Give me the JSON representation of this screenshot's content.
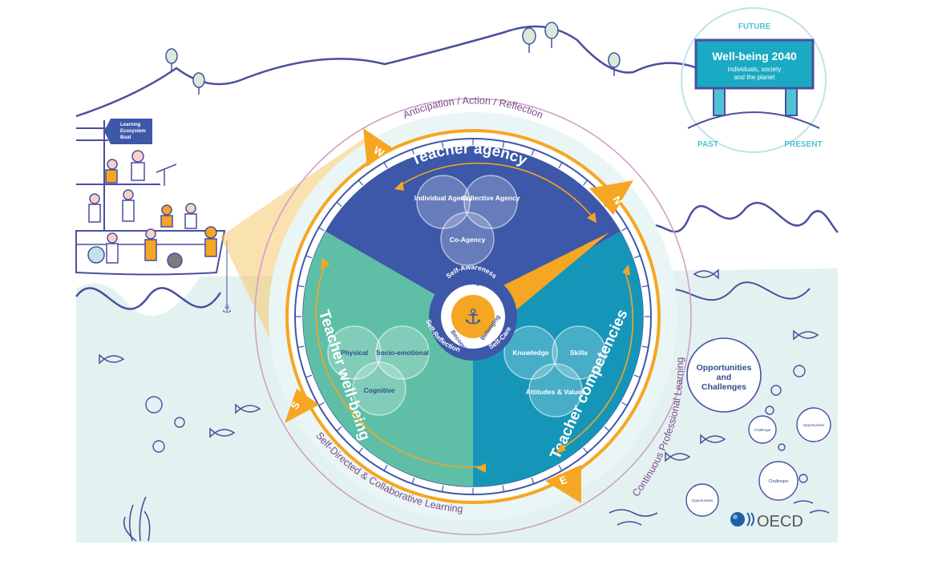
{
  "compass": {
    "ring_text_top": "Anticipation / Action / Reflection",
    "ring_text_right": "Continuous Professional Learning",
    "ring_text_bottom": "Self-Directed & Collaborative Learning",
    "directions": {
      "north": "N",
      "west": "W",
      "south": "S",
      "east": "E"
    }
  },
  "sectors": {
    "agency": {
      "title": "Teacher agency",
      "circles": [
        "Individual Agency",
        "Collective Agency",
        "Co-Agency"
      ]
    },
    "wellbeing": {
      "title": "Teacher well-being",
      "circles": [
        "Physical",
        "Socio-emotional",
        "Cognitive"
      ]
    },
    "competencies": {
      "title": "Teacher competencies",
      "circles": [
        "Knowledge",
        "Skills",
        "Attitudes & Values"
      ]
    }
  },
  "center": {
    "outer_top": "Self-Awareness",
    "outer_left": "Self-Reflection",
    "outer_right": "Self-Care",
    "inner_top": "Being",
    "inner_left": "Becoming",
    "inner_right": "Belonging"
  },
  "sign": {
    "title": "Well-being 2040",
    "subtitle_line1": "individuals, society",
    "subtitle_line2": "and the planet",
    "future": "FUTURE",
    "past": "PAST",
    "present": "PRESENT"
  },
  "boat": {
    "flag_line1": "Learning",
    "flag_line2": "Ecosystem",
    "flag_line3": "Boat"
  },
  "bubbles": {
    "main_line1": "Opportunities",
    "main_line2": "and",
    "main_line3": "Challenges",
    "small": [
      "Challenge",
      "Opportunities",
      "Challenges",
      "Opportunities"
    ]
  },
  "logo": {
    "text": "OECD"
  },
  "colors": {
    "agency": "#3d58a8",
    "wellbeing": "#5ebfa6",
    "competencies": "#1596b8",
    "orange": "#f5a623",
    "sea": "#dff0ee",
    "line": "#4a4fa0",
    "ring": "#cfa0c8"
  }
}
